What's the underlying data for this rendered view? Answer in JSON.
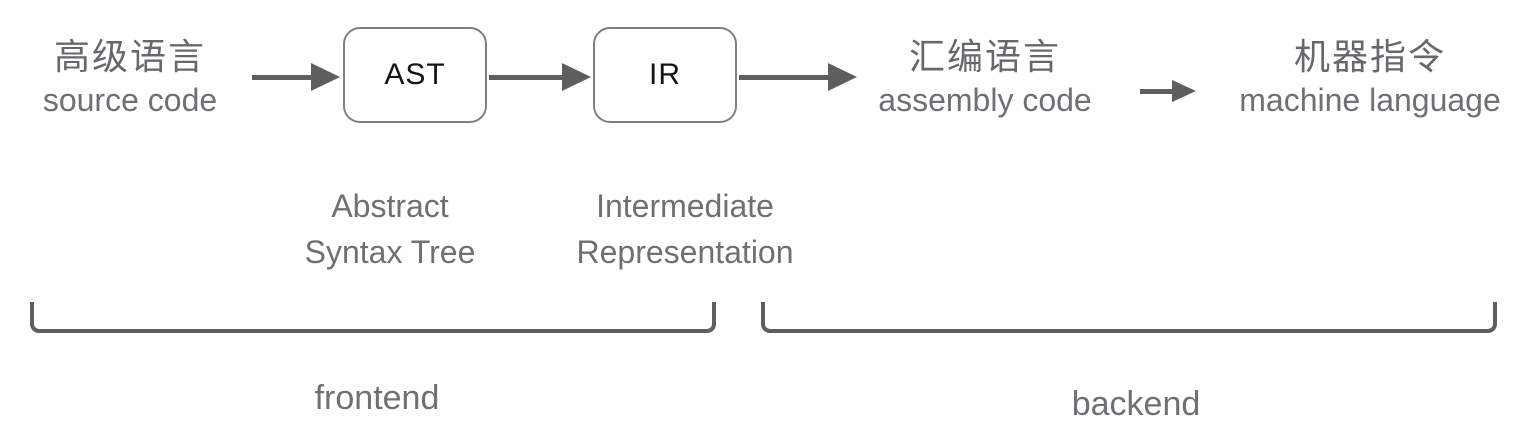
{
  "diagram": {
    "stages": {
      "source": {
        "zh": "高级语言",
        "en": "source code"
      },
      "ast": {
        "abbr": "AST",
        "caption_line1": "Abstract",
        "caption_line2": "Syntax Tree"
      },
      "ir": {
        "abbr": "IR",
        "caption_line1": "Intermediate",
        "caption_line2": "Representation"
      },
      "assembly": {
        "zh": "汇编语言",
        "en": "assembly code"
      },
      "machine": {
        "zh": "机器指令",
        "en": "machine language"
      }
    },
    "groups": {
      "frontend_label": "frontend",
      "backend_label": "backend"
    },
    "colors": {
      "text_gray": "#6e7173",
      "chinese_text_gray": "#66696b",
      "arrow_gray": "#5e5e5e",
      "box_border_gray": "#7f7f7f",
      "box_text": "#141414",
      "background": "#ffffff"
    }
  }
}
